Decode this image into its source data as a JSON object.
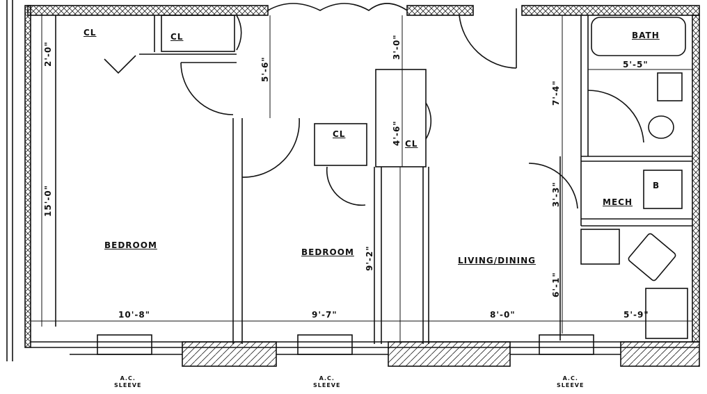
{
  "rooms": {
    "bedroom_1": "BEDROOM",
    "bedroom_2": "BEDROOM",
    "living_dining": "LIVING/DINING",
    "bath": "BATH",
    "mech": "MECH",
    "boiler": "B",
    "closets": [
      "CL",
      "CL",
      "CL",
      "CL"
    ]
  },
  "dimensions": {
    "d_2_0": "2'-0\"",
    "d_5_6": "5'-6\"",
    "d_3_0": "3'-0\"",
    "d_4_6": "4'-6\"",
    "d_7_4": "7'-4\"",
    "d_5_5": "5'-5\"",
    "d_3_3": "3'-3\"",
    "d_15_0": "15'-0\"",
    "d_9_2": "9'-2\"",
    "d_6_1": "6'-1\"",
    "d_10_8": "10'-8\"",
    "d_9_7": "9'-7\"",
    "d_8_0": "8'-0\"",
    "d_5_9": "5'-9\""
  },
  "ac_sleeves": [
    {
      "line1": "A.C.",
      "line2": "SLEEVE"
    },
    {
      "line1": "A.C.",
      "line2": "SLEEVE"
    },
    {
      "line1": "A.C.",
      "line2": "SLEEVE"
    }
  ]
}
